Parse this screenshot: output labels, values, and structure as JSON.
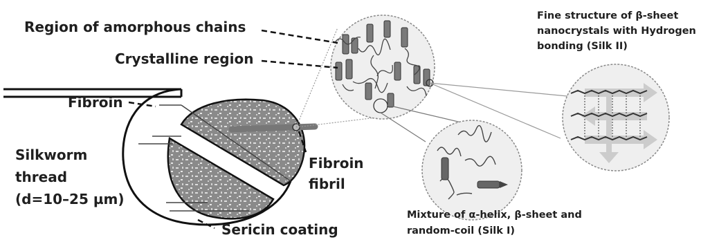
{
  "labels": {
    "amorphous": "Region of amorphous chains",
    "crystalline": "Crystalline region",
    "fibroin": "Fibroin",
    "silkworm_thread": [
      "Silkworm",
      "thread",
      "(d=10–25 µm)"
    ],
    "fibroin_fibril": [
      "Fibroin",
      "fibril"
    ],
    "sericin": "Sericin coating",
    "fine_structure": [
      "Fine structure of β-sheet",
      "nanocrystals with Hydrogen",
      "bonding (Silk II)"
    ],
    "mixture": [
      "Mixture of α-helix, β-sheet and",
      "random-coil (Silk I)"
    ]
  },
  "colors": {
    "outline": "#111111",
    "fibroin_fill": "#8c8c8c",
    "circle_fill": "#ececec",
    "helix": "#6e6e6e",
    "arrow_fill": "#c9c9c9"
  }
}
